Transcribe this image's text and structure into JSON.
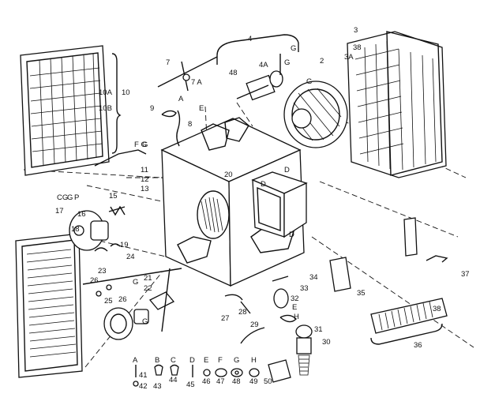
{
  "labels": {
    "l2": "2",
    "l3": "3",
    "l3a": "3A",
    "l38a": "38",
    "l4": "4",
    "l4a": "4A",
    "l48": "48",
    "l7": "7",
    "l7a": "7 A",
    "l9": "9",
    "l8": "8",
    "l10a": "10A",
    "l10": "10",
    "l10b": "10B",
    "lfg": "F G",
    "l11": "11",
    "l12": "12",
    "l13": "13",
    "l20": "20",
    "lcg": "CG",
    "l15": "15",
    "l17": "17",
    "l16": "16",
    "l18": "18",
    "l19": "19",
    "l24": "24",
    "l23": "23",
    "l26a": "26",
    "l25": "25",
    "l26b": "26",
    "l21": "21",
    "l22": "22",
    "l27": "27",
    "l28": "28",
    "l29": "29",
    "l34": "34",
    "l33": "33",
    "l32": "32",
    "l35": "35",
    "l31": "31",
    "l30": "30",
    "l37": "37",
    "l38b": "38",
    "l36": "36",
    "lA": "A",
    "lB": "B",
    "lC": "C",
    "lD": "D",
    "lE": "E",
    "lF": "F",
    "lG": "G",
    "lH": "H",
    "l41": "41",
    "l42": "42",
    "l43": "43",
    "l44": "44",
    "l45": "45",
    "l46": "46",
    "l47": "47",
    "l48b": "48",
    "l49": "49",
    "l50": "50",
    "mE1": "E",
    "mG1": "G",
    "mG2": "G",
    "mA1": "A",
    "mD1": "D",
    "mD2": "D",
    "mD3": "D",
    "mG3": "G",
    "mG4": "G",
    "mG5": "G",
    "mE2": "E",
    "mH": "H",
    "mG6": "G",
    "mP": "P",
    "mG7": "G"
  }
}
